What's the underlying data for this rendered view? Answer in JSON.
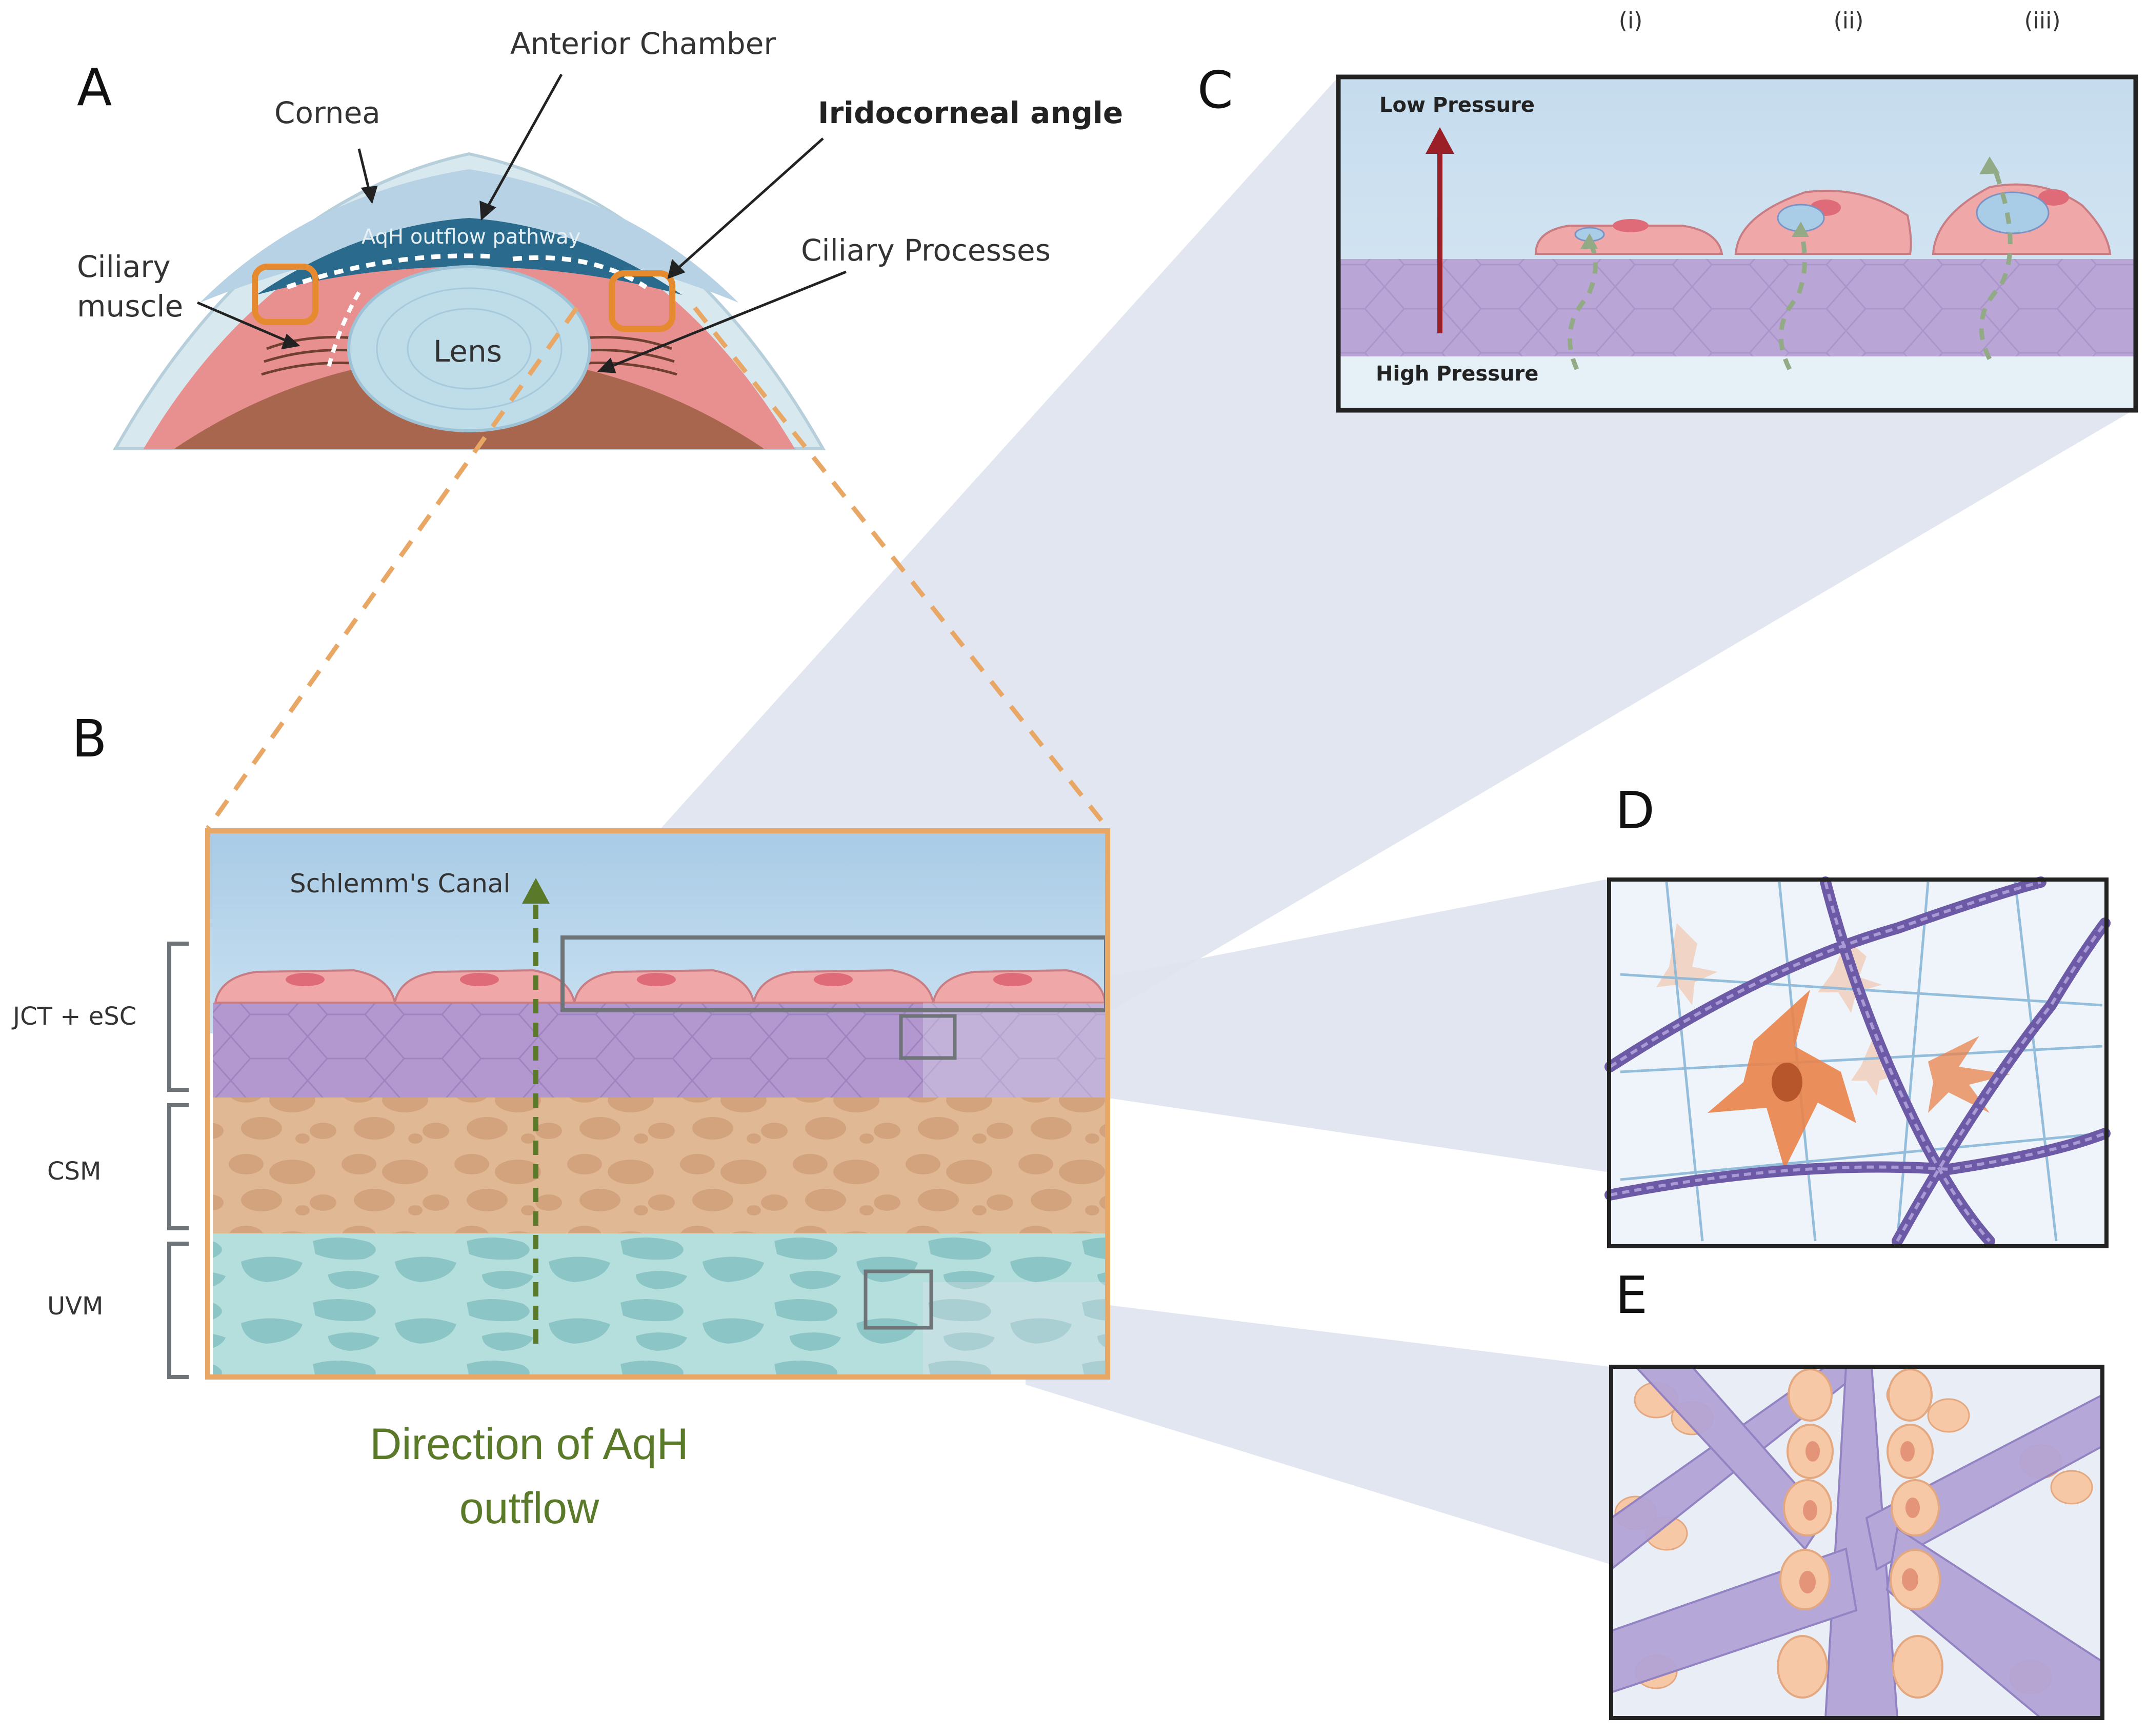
{
  "panels": {
    "a": "A",
    "b": "B",
    "c": "C",
    "d": "D",
    "e": "E"
  },
  "panel_a": {
    "anterior_chamber": "Anterior Chamber",
    "cornea": "Cornea",
    "iridocorneal_angle": "Iridocorneal angle",
    "ciliary_muscle_line1": "Ciliary",
    "ciliary_muscle_line2": "muscle",
    "ciliary_processes": "Ciliary Processes",
    "aqh_pathway": "AqH outflow pathway",
    "lens": "Lens"
  },
  "panel_b": {
    "schlemms_canal": "Schlemm's Canal",
    "layers": [
      "JCT + eSC",
      "CSM",
      "UVM"
    ],
    "direction_line1": "Direction of AqH",
    "direction_line2": "outflow"
  },
  "panel_c": {
    "stages": [
      "(i)",
      "(ii)",
      "(iii)"
    ],
    "low_pressure": "Low Pressure",
    "high_pressure": "High Pressure"
  },
  "colors": {
    "orange_dashed": "#e8a765",
    "cell_pink": "#f2a9a9",
    "nucleus": "#e06b78",
    "jct_purple": "#a98ec9",
    "csm_tan": "#dcb08c",
    "uvm_teal": "#a9d7d6",
    "sky_blue": "#bcd8ec",
    "arrow_green": "#5a7a2a",
    "arrow_red": "#9b1f26",
    "projection_grey": "#dfe3ee",
    "fiber_purple": "#7b68b0",
    "fibroblast_orange": "#e9834a"
  }
}
